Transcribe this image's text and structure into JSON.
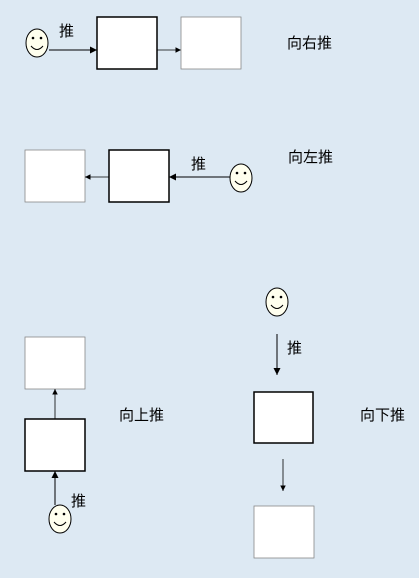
{
  "diagram": {
    "background": "#dde9f3",
    "scenes": [
      {
        "id": "push-right",
        "caption": "向右推",
        "push_label": "推"
      },
      {
        "id": "push-left",
        "caption": "向左推",
        "push_label": "推"
      },
      {
        "id": "push-up",
        "caption": "向上推",
        "push_label": "推"
      },
      {
        "id": "push-down",
        "caption": "向下推",
        "push_label": "推"
      }
    ]
  }
}
